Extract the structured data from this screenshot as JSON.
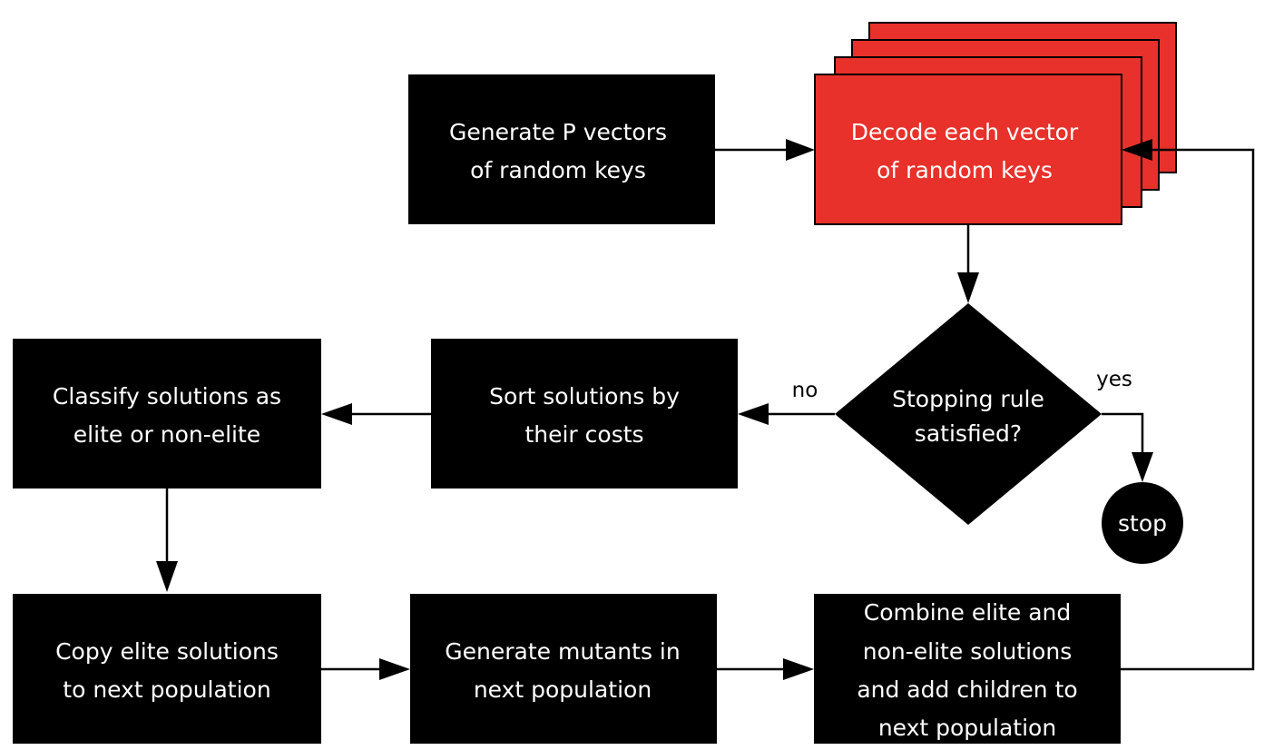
{
  "diagram": {
    "colors": {
      "background": "#ffffff",
      "box": "#000000",
      "box_text": "#ffffff",
      "highlight_box": "#e8312a",
      "highlight_border": "#000000",
      "arrow": "#000000",
      "label": "#000000"
    },
    "nodes": {
      "generate_keys": {
        "line1": "Generate P vectors",
        "line2": "of random keys"
      },
      "decode": {
        "line1": "Decode each vector",
        "line2": "of random keys"
      },
      "stopping_rule": {
        "line1": "Stopping rule",
        "line2": "satisfied?"
      },
      "sort": {
        "line1": "Sort solutions by",
        "line2": "their costs"
      },
      "classify": {
        "line1": "Classify solutions as",
        "line2": "elite or non-elite"
      },
      "copy_elite": {
        "line1": "Copy elite solutions",
        "line2": "to next population"
      },
      "mutants": {
        "line1": "Generate mutants in",
        "line2": "next population"
      },
      "combine": {
        "line1": "Combine elite and",
        "line2": "non-elite solutions",
        "line3": "and add children to",
        "line4": "next population"
      },
      "stop": {
        "label": "stop"
      }
    },
    "edge_labels": {
      "no": "no",
      "yes": "yes"
    }
  }
}
